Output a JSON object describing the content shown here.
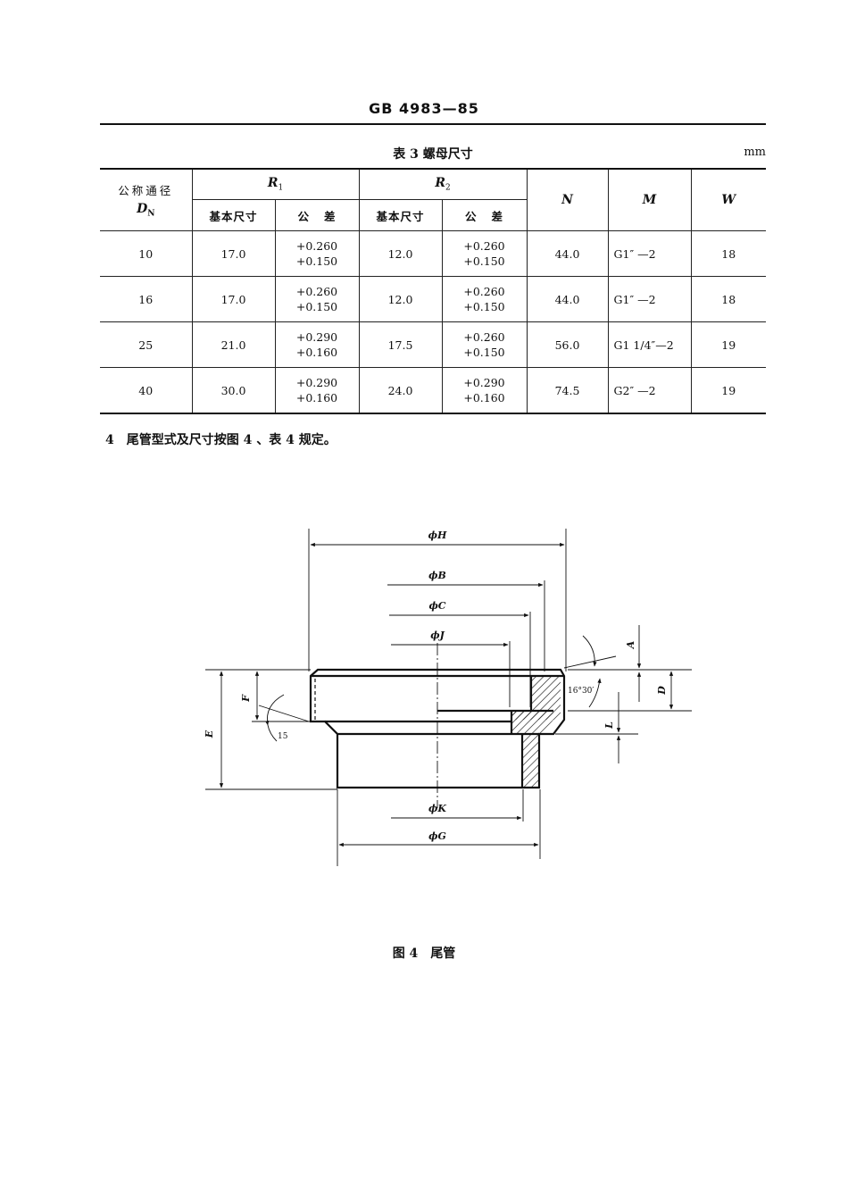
{
  "header": "GB 4983—85",
  "table": {
    "title": "表 3  螺母尺寸",
    "unit": "mm",
    "col_dn_label": "公称通径",
    "col_dn_symbol": "D",
    "col_dn_sub": "N",
    "col_r1": "R",
    "col_r1_sub": "1",
    "col_r2": "R",
    "col_r2_sub": "2",
    "col_n": "N",
    "col_m": "M",
    "col_w": "W",
    "sub_basic": "基本尺寸",
    "sub_tol": "公   差",
    "rows": [
      {
        "dn": "10",
        "r1": "17.0",
        "r1_tol_up": "+0.260",
        "r1_tol_lo": "+0.150",
        "r2": "12.0",
        "r2_tol_up": "+0.260",
        "r2_tol_lo": "+0.150",
        "n": "44.0",
        "m": "G1″ —2",
        "w": "18"
      },
      {
        "dn": "16",
        "r1": "17.0",
        "r1_tol_up": "+0.260",
        "r1_tol_lo": "+0.150",
        "r2": "12.0",
        "r2_tol_up": "+0.260",
        "r2_tol_lo": "+0.150",
        "n": "44.0",
        "m": "G1″ —2",
        "w": "18"
      },
      {
        "dn": "25",
        "r1": "21.0",
        "r1_tol_up": "+0.290",
        "r1_tol_lo": "+0.160",
        "r2": "17.5",
        "r2_tol_up": "+0.260",
        "r2_tol_lo": "+0.150",
        "n": "56.0",
        "m": "G1 1/4″—2",
        "w": "19"
      },
      {
        "dn": "40",
        "r1": "30.0",
        "r1_tol_up": "+0.290",
        "r1_tol_lo": "+0.160",
        "r2": "24.0",
        "r2_tol_up": "+0.290",
        "r2_tol_lo": "+0.160",
        "n": "74.5",
        "m": "G2″ —2",
        "w": "19"
      }
    ]
  },
  "paragraph": {
    "number": "4",
    "text": "尾管型式及尺寸按图 4 、表 4 规定。"
  },
  "figure": {
    "labels": {
      "phiH": "ϕH",
      "phiB": "ϕB",
      "phiC": "ϕC",
      "phiJ": "ϕJ",
      "phiK": "ϕK",
      "phiG": "ϕG",
      "A": "A",
      "D": "D",
      "L": "L",
      "E": "E",
      "F": "F",
      "angle15": "15",
      "angle16_30": "16°30′"
    },
    "caption": "图 4",
    "caption_title": "尾管"
  }
}
